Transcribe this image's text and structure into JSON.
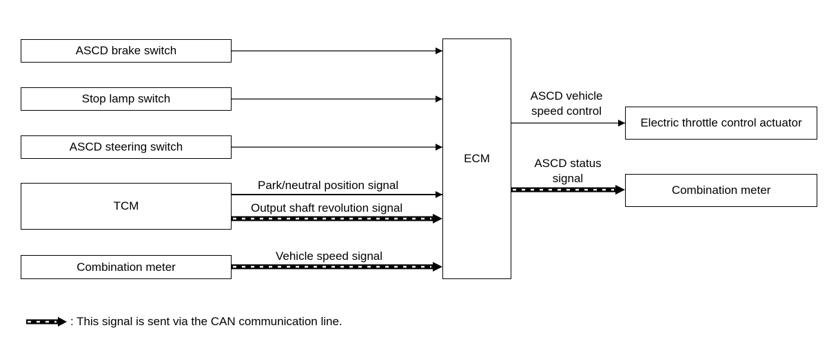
{
  "inputs": {
    "asc_brake_switch": "ASCD brake switch",
    "stop_lamp_switch": "Stop lamp switch",
    "ascd_steering_switch": "ASCD steering switch",
    "tcm": "TCM",
    "combination_meter": "Combination meter"
  },
  "ecm": "ECM",
  "signals": {
    "park_neutral": "Park/neutral position signal",
    "output_shaft": "Output shaft revolution signal",
    "vehicle_speed": "Vehicle speed signal",
    "ascd_vehicle_speed_control_line1": "ASCD vehicle",
    "ascd_vehicle_speed_control_line2": "speed control",
    "ascd_status_line1": "ASCD status",
    "ascd_status_line2": "signal"
  },
  "outputs": {
    "electric_throttle": "Electric throttle control actuator",
    "combination_meter": "Combination meter"
  },
  "legend": {
    "text": ": This signal is sent via the CAN communication line."
  },
  "colors": {
    "line": "#000000",
    "can_dash": "#ffffff"
  }
}
